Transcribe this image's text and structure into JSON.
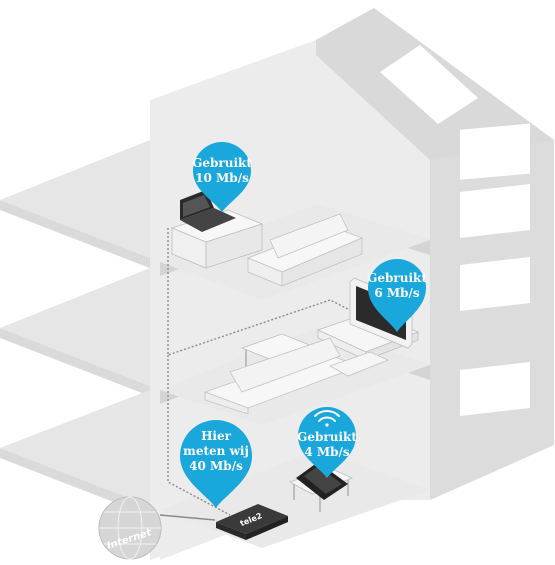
{
  "colors": {
    "pin": "#1aa7dc",
    "house_light": "#ebebeb",
    "house_mid": "#e1e1e1",
    "house_dark": "#d6d6d6",
    "floor": "#e5e5e5",
    "furniture": "#f5f5f5",
    "outline": "#b9b9b9"
  },
  "pins": {
    "top": {
      "line1": "Gebruikt",
      "line2": "10 Mb/s"
    },
    "middle": {
      "line1": "Gebruikt",
      "line2": "6 Mb/s"
    },
    "router": {
      "line1": "Gebruikt",
      "line2": "4 Mb/s"
    },
    "measure": {
      "line1": "Hier",
      "line2": "meten wij",
      "line3": "40 Mb/s"
    }
  },
  "globe": {
    "label": "Internet"
  },
  "router": {
    "brand": "tele2"
  },
  "icons": [
    "wifi-icon",
    "globe-icon",
    "laptop-icon",
    "tv-icon",
    "tablet-icon",
    "router-icon",
    "sofa-icon",
    "table-icon",
    "window-icon"
  ]
}
